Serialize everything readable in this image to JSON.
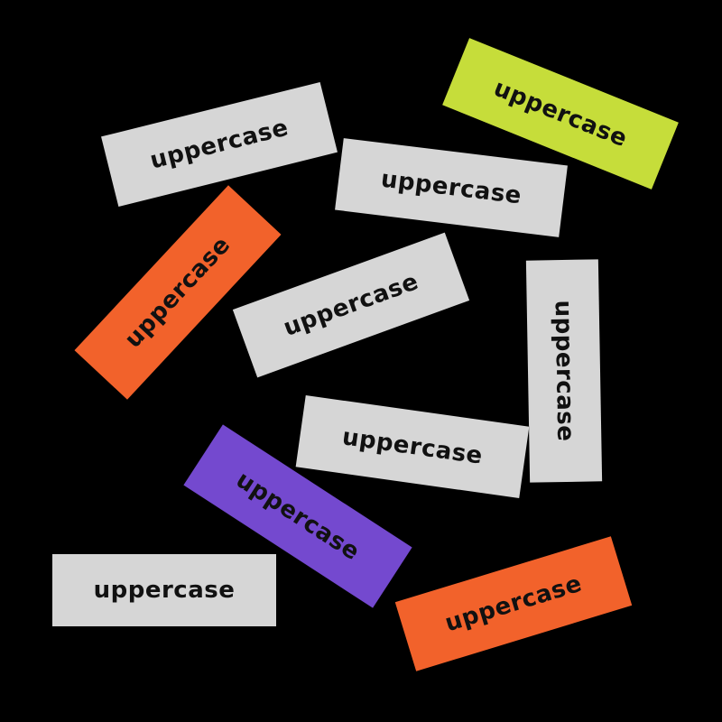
{
  "labels": [
    {
      "text": "uppercase",
      "color": "#d6d6d6"
    },
    {
      "text": "uppercase",
      "color": "#c6dd3a"
    },
    {
      "text": "uppercase",
      "color": "#d6d6d6"
    },
    {
      "text": "uppercase",
      "color": "#f2622b"
    },
    {
      "text": "uppercase",
      "color": "#d6d6d6"
    },
    {
      "text": "uppercase",
      "color": "#d6d6d6"
    },
    {
      "text": "uppercase",
      "color": "#d6d6d6"
    },
    {
      "text": "uppercase",
      "color": "#7449cf"
    },
    {
      "text": "uppercase",
      "color": "#d6d6d6"
    },
    {
      "text": "uppercase",
      "color": "#f2622b"
    }
  ],
  "colors": {
    "background": "#000000",
    "text": "#111111"
  }
}
